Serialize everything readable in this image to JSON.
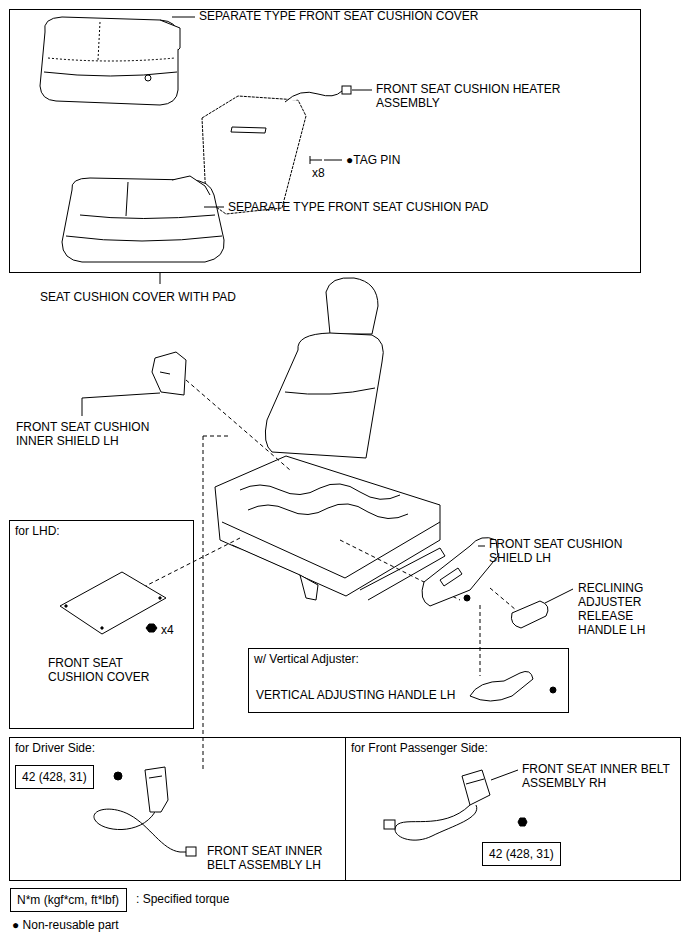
{
  "diagram": {
    "nodes": [
      {
        "text": [
          "SEAT CUSHION COVER WITH PAD"
        ]
      },
      {
        "text": [
          "for LHD:"
        ]
      },
      {
        "text": [
          "w/ Vertical Adjuster:"
        ]
      },
      {
        "text": [
          "for Driver Side:"
        ]
      },
      {
        "text": [
          "42 (428, 31)"
        ],
        "in": 3
      },
      {
        "text": [
          "for Front Passenger Side:"
        ]
      },
      {
        "text": [
          "42 (428, 31)"
        ],
        "in": 5
      },
      {
        "text": [
          "N*m (kgf*cm, ft*lbf)"
        ]
      }
    ],
    "labels": [
      "SEPARATE TYPE FRONT SEAT CUSHION COVER",
      "FRONT SEAT CUSHION HEATER ASSEMBLY",
      "●TAG PIN",
      "x8",
      "SEPARATE TYPE FRONT SEAT CUSHION PAD",
      "FRONT SEAT CUSHION INNER SHIELD LH",
      "FRONT SEAT CUSHION SHIELD LH",
      "RECLINING ADJUSTER RELEASE HANDLE LH",
      "FRONT SEAT CUSHION COVER",
      "x4",
      "VERTICAL ADJUSTING HANDLE LH",
      "FRONT SEAT INNER BELT ASSEMBLY LH",
      "FRONT SEAT INNER BELT ASSEMBLY RH",
      ": Specified torque",
      "● Non-reusable part"
    ]
  }
}
